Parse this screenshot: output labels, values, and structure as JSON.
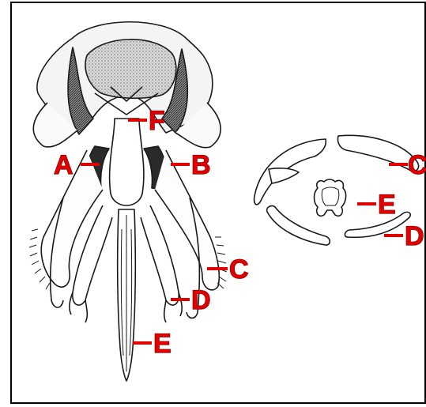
{
  "left_view": {
    "labels": {
      "A": "A",
      "B": "B",
      "C": "C",
      "D": "D",
      "E": "E",
      "F": "F"
    }
  },
  "right_view": {
    "labels": {
      "C": "C",
      "E": "E",
      "D": "D"
    }
  },
  "colors": {
    "label": "#e00000",
    "ink": "#1a1a1a",
    "frame": "#000000"
  }
}
